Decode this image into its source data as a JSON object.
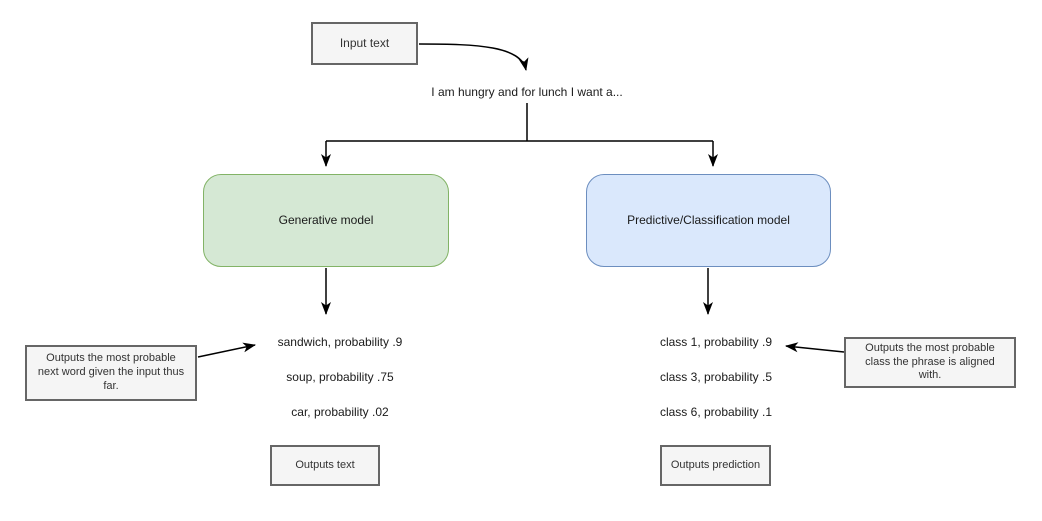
{
  "diagram": {
    "input_box": {
      "label": "Input text"
    },
    "sentence": "I am hungry and for lunch I want a...",
    "generative": {
      "label": "Generative model",
      "fill": "#d5e8d4",
      "border": "#82b366",
      "outputs": [
        "sandwich, probability .9",
        "soup, probability .75",
        "car, probability .02"
      ],
      "note": "Outputs the most probable next word given the input thus far.",
      "result_label": "Outputs text"
    },
    "predictive": {
      "label": "Predictive/Classification model",
      "fill": "#dae8fc",
      "border": "#6c8ebf",
      "outputs": [
        "class 1, probability .9",
        "class 3, probability .5",
        "class 6, probability .1"
      ],
      "note": "Outputs the most probable class the phrase is aligned with.",
      "result_label": "Outputs prediction"
    },
    "line_color": "#000000"
  }
}
